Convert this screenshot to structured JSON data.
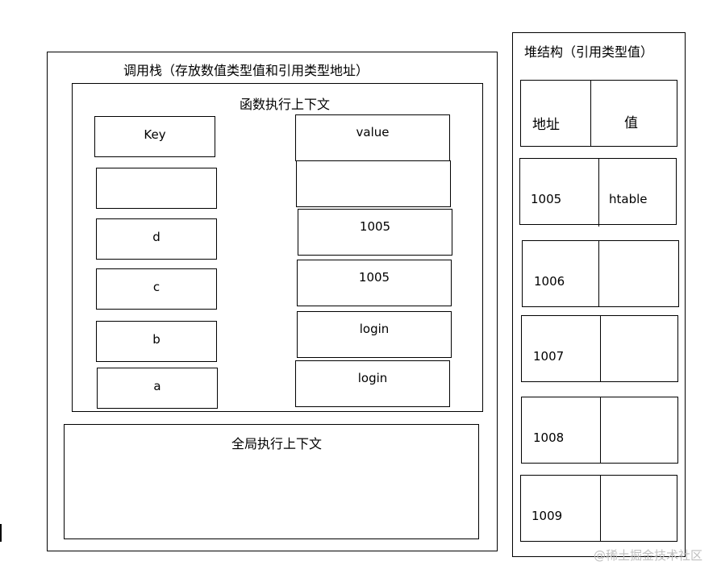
{
  "call_stack": {
    "title": "调用栈（存放数值类型值和引用类型地址）",
    "function_context": {
      "title": "函数执行上下文",
      "keys": [
        "Key",
        "",
        "d",
        "c",
        "b",
        "a"
      ],
      "values": [
        "value",
        "",
        "1005",
        "1005",
        "login",
        "login"
      ]
    },
    "global_context": {
      "title": "全局执行上下文"
    }
  },
  "heap": {
    "title": "堆结构（引用类型值）",
    "rows": [
      {
        "address": "地址",
        "value": "值"
      },
      {
        "address": "1005",
        "value": "htable"
      },
      {
        "address": "1006",
        "value": ""
      },
      {
        "address": "1007",
        "value": ""
      },
      {
        "address": "1008",
        "value": ""
      },
      {
        "address": "1009",
        "value": ""
      }
    ]
  },
  "watermark": "@稀土掘金技术社区"
}
